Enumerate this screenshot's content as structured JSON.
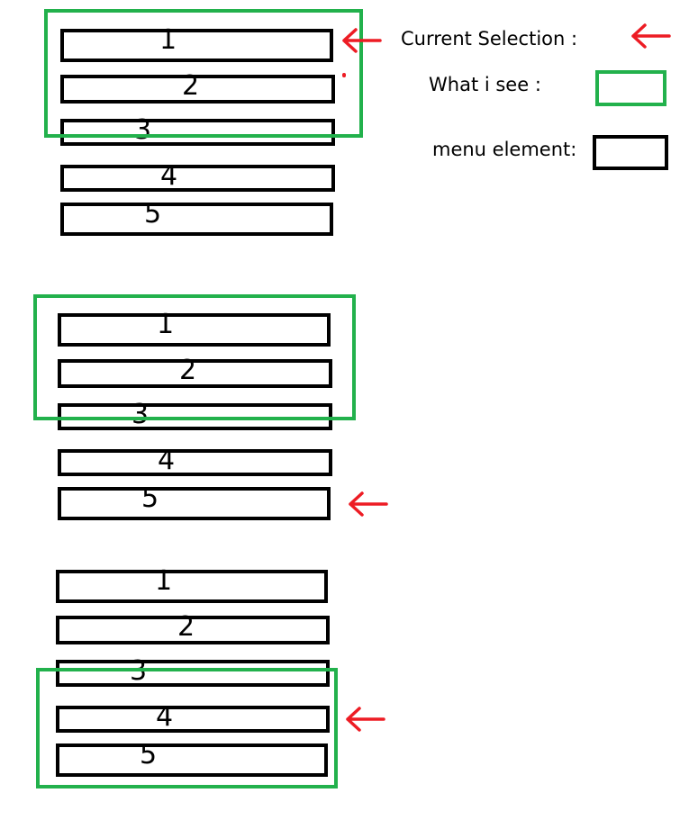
{
  "colors": {
    "viewport": "#22b14c",
    "arrow": "#ed1c24",
    "menu_border": "#000000",
    "background": "#ffffff"
  },
  "icons": {
    "selection": "left-arrow-icon"
  },
  "legend": {
    "current_selection": "Current Selection :",
    "what_i_see": "What i see :",
    "menu_element": "menu element:"
  },
  "menus": [
    {
      "items": [
        "1",
        "2",
        "3",
        "4",
        "5"
      ],
      "selected_item": 1,
      "visible_range": [
        1,
        2
      ]
    },
    {
      "items": [
        "1",
        "2",
        "3",
        "4",
        "5"
      ],
      "selected_item": 5,
      "visible_range": [
        1,
        2
      ]
    },
    {
      "items": [
        "1",
        "2",
        "3",
        "4",
        "5"
      ],
      "selected_item": 4,
      "visible_range": [
        4,
        5
      ]
    }
  ]
}
